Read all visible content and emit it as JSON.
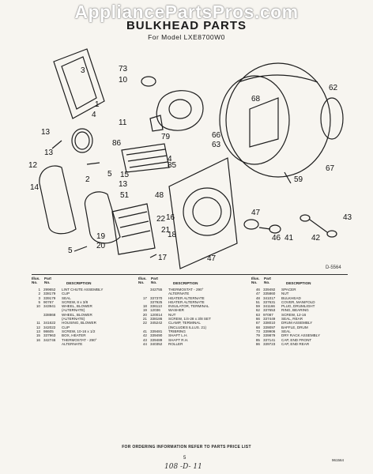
{
  "watermark": "AppliancePartsPros.com",
  "title": "BULKHEAD PARTS",
  "subtitle": "For Model LXE8700W0",
  "diagram": {
    "id": "D-5564",
    "callouts": [
      "1",
      "2",
      "3",
      "4",
      "5",
      "10",
      "11",
      "12",
      "13",
      "13",
      "13",
      "14",
      "15",
      "16",
      "17",
      "18",
      "19",
      "20",
      "21",
      "22",
      "41",
      "42",
      "43",
      "46",
      "47",
      "47",
      "48",
      "51",
      "59",
      "62",
      "63",
      "66",
      "67",
      "68",
      "73",
      "79",
      "85",
      "86",
      "4",
      "5"
    ]
  },
  "parts_table": {
    "headers": {
      "illus": "Illus.",
      "no": "No.",
      "part": "Part",
      "part_no": "No.",
      "description": "DESCRIPTION"
    },
    "columns": [
      [
        {
          "n": "1",
          "p": "299652",
          "d": "LINT CHUTE ASSEMBLY"
        },
        {
          "n": "2",
          "p": "338179",
          "d": "CLIP"
        },
        {
          "n": "3",
          "p": "339179",
          "d": "SEAL"
        },
        {
          "n": "5",
          "p": "90767",
          "d": "SCREW, 8 x 3/8"
        },
        {
          "n": "10",
          "p": "343941",
          "d": "WHEEL, BLOWER"
        },
        {
          "n": "",
          "p": "",
          "d": "(ALTERNATE)"
        },
        {
          "n": "",
          "p": "338868",
          "d": "WHEEL, BLOWER"
        },
        {
          "n": "",
          "p": "",
          "d": "(ALTERNATE)"
        },
        {
          "n": "11",
          "p": "341622",
          "d": "HOUSING, BLOWER"
        },
        {
          "n": "12",
          "p": "342022",
          "d": "CLIP"
        },
        {
          "n": "13",
          "p": "98605",
          "d": "SCREW, 10-16 x 1/2"
        },
        {
          "n": "15",
          "p": "337963",
          "d": "BOX, HEATER"
        },
        {
          "n": "16",
          "p": "342746",
          "d": "THERMOSTAT - 290°"
        },
        {
          "n": "",
          "p": "",
          "d": "ALTERNATE"
        }
      ],
      [
        {
          "n": "",
          "p": "342755",
          "d": "THERMOSTAT - 290°"
        },
        {
          "n": "",
          "p": "",
          "d": "ALTERNATE"
        },
        {
          "n": "17",
          "p": "337370",
          "d": "HEATER ALTERNATE"
        },
        {
          "n": "",
          "p": "337925",
          "d": "HEATER ALTERNATE"
        },
        {
          "n": "18",
          "p": "336113",
          "d": "INSULATOR, TERMINAL"
        },
        {
          "n": "19",
          "p": "12036",
          "d": "WASHER"
        },
        {
          "n": "20",
          "p": "120014",
          "d": "NUT"
        },
        {
          "n": "21",
          "p": "338186",
          "d": "SCREW, 1/4-28 x 3/8 SET"
        },
        {
          "n": "22",
          "p": "345242",
          "d": "CLAMP, TERMINAL"
        },
        {
          "n": "",
          "p": "",
          "d": "(INCLUDES ILLUS. 21)"
        },
        {
          "n": "41",
          "p": "339481",
          "d": "TRIBRING"
        },
        {
          "n": "42",
          "p": "339490",
          "d": "SHAFT L.H."
        },
        {
          "n": "43",
          "p": "339489",
          "d": "SHAFT R.H."
        },
        {
          "n": "44",
          "p": "340352",
          "d": "ROLLER"
        }
      ],
      [
        {
          "n": "46",
          "p": "339492",
          "d": "SPACER"
        },
        {
          "n": "47",
          "p": "335860",
          "d": "NUT"
        },
        {
          "n": "48",
          "p": "341017",
          "d": "BULKHEAD"
        },
        {
          "n": "51",
          "p": "337631",
          "d": "COVER, MANIFOLD"
        },
        {
          "n": "59",
          "p": "341166",
          "d": "PLUG, DRUMLIGHT"
        },
        {
          "n": "62",
          "p": "337653",
          "d": "RING, BEARING"
        },
        {
          "n": "63",
          "p": "97087",
          "d": "SCREW, 12-16"
        },
        {
          "n": "66",
          "p": "337449",
          "d": "SEAL, REAR"
        },
        {
          "n": "67",
          "p": "338010",
          "d": "DRUM ASSEMBLY"
        },
        {
          "n": "68",
          "p": "339097",
          "d": "BAFFLE, DRUM"
        },
        {
          "n": "73",
          "p": "339906",
          "d": "SEAL"
        },
        {
          "n": "79",
          "p": "339879",
          "d": "DRY RACK ASSEMBLY"
        },
        {
          "n": "85",
          "p": "337141",
          "d": "CAP, END FRONT"
        },
        {
          "n": "86",
          "p": "339723",
          "d": "CAP, END REAR"
        }
      ]
    ]
  },
  "footer": "FOR ORDERING INFORMATION REFER TO PARTS PRICE LIST",
  "page_number": "5",
  "catalog_code": "961564",
  "handwritten_note": "108 -D- 11"
}
